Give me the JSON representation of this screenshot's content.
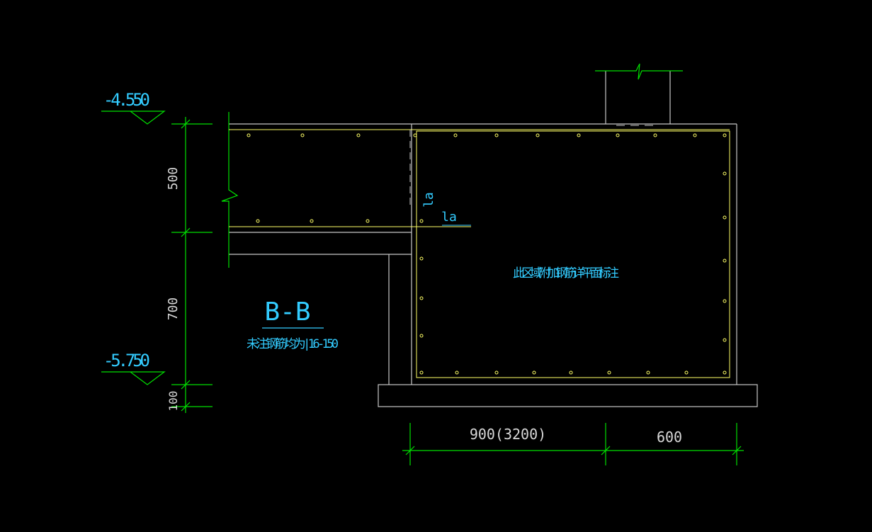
{
  "colors": {
    "background": "#000000",
    "structure": "#c8c8c8",
    "rebar": "#ffff66",
    "dimension": "#00e000",
    "text": "#33ccff"
  },
  "labels": {
    "elevation_top": "-4.550",
    "elevation_bottom": "-5.750",
    "dim_500": "500",
    "dim_700": "700",
    "dim_100": "100",
    "dim_900": "900(3200)",
    "dim_600": "600",
    "section_title": "B-B",
    "note_rebar": "未注钢筋均为|16-150",
    "note_area": "此区域附加钢筋详平面标注",
    "la_vertical": "la",
    "la_horizontal": "la"
  }
}
